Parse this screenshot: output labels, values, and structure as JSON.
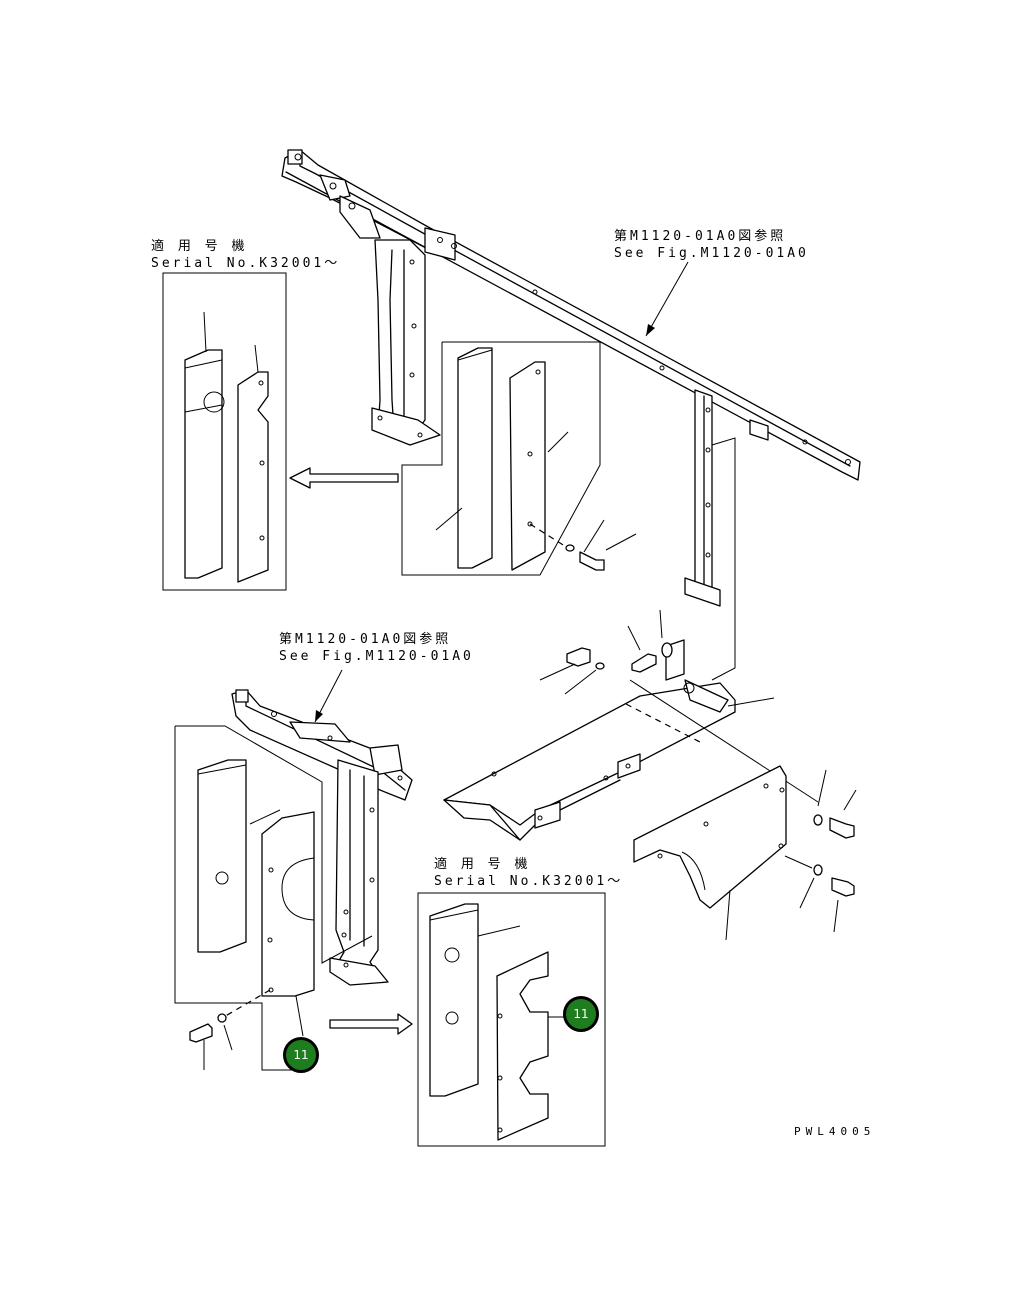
{
  "references": {
    "top": {
      "jp": "第M1120-01A0図参照",
      "en": "See Fig.M1120-01A0"
    },
    "middle": {
      "jp": "第M1120-01A0図参照",
      "en": "See Fig.M1120-01A0"
    }
  },
  "serial_labels": {
    "upper_left": {
      "jp": "適 用 号 機",
      "en": "Serial No.K32001～"
    },
    "lower_right": {
      "jp": "適 用 号 機",
      "en": "Serial No.K32001～"
    }
  },
  "callouts": {
    "lower_left": "11",
    "lower_right": "11"
  },
  "figure_code": "PWL4005",
  "colors": {
    "callout_fill": "#1e7d1e",
    "callout_text": "#ffffff",
    "line": "#000000"
  }
}
